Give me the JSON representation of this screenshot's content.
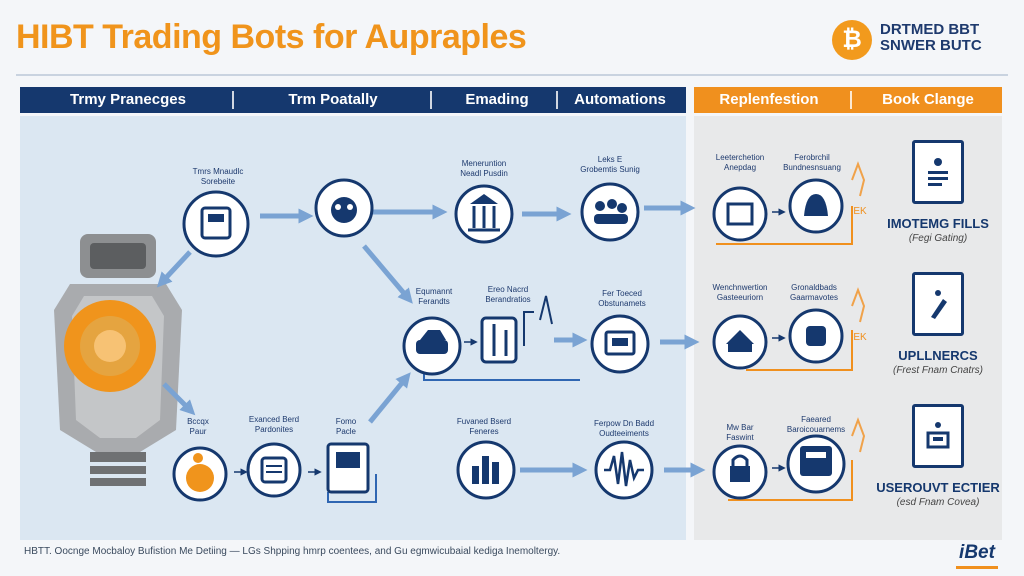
{
  "header": {
    "title": "HIBT Trading Bots for Aupraples",
    "logo": {
      "coin_symbol": "₿",
      "line1": "DRTMED BBT",
      "line2": "SNWER BUTC"
    }
  },
  "tabs_blue": [
    {
      "label": "Trmy Pranecges"
    },
    {
      "label": "Trm Poatally"
    },
    {
      "label": "Emading"
    },
    {
      "label": "Automations"
    }
  ],
  "tabs_orange": [
    {
      "label": "Replenfestion"
    },
    {
      "label": "Book Clange"
    }
  ],
  "nodes": {
    "n1": "Tmrs Mnaudlc",
    "n1b": "Sorebeite",
    "n2": "Meneruntion",
    "n2b": "Neadl Pusdin",
    "n3": "Leks E",
    "n3b": "Grobemtis Sunig",
    "m1": "Equmannt",
    "m1b": "Ferandts",
    "m2": "Ereo Nacrd",
    "m2b": "Berandratios",
    "m3": "Fer Toeced",
    "m3b": "Obstunamets",
    "b1": "Bccqx",
    "b1b": "Paur",
    "b2": "Exanced Berd",
    "b2b": "Pardonites",
    "b3": "Fomo",
    "b3b": "Pacle",
    "b4": "Fuvaned Bserd",
    "b4b": "Feneres",
    "b5": "Ferpow Dn Badd",
    "b5b": "Oudteeiments",
    "r1": "Leeterchetion",
    "r1b": "Anepdag",
    "r2": "Ferobrchil",
    "r2b": "Bundnesnsuang",
    "r3": "Wenchnwertion",
    "r3b": "Gasteeuriorn",
    "r4": "Gronaldbads",
    "r4b": "Gaarmavotes",
    "r5": "Mw Bar",
    "r5b": "Faswint",
    "r6": "Faeared",
    "r6b": "Baroicouarnems",
    "tag1": "EK",
    "tag2": "EK"
  },
  "cards": [
    {
      "title": "IMOTEMG FILLS",
      "subtitle": "(Fegi Gating)"
    },
    {
      "title": "UPLLNERCS",
      "subtitle": "(Frest Fnam Cnatrs)"
    },
    {
      "title": "USEROUVT ECTIER",
      "subtitle": "(esd Fnam Covea)"
    }
  ],
  "footer": {
    "note": "HBTT. Oocnge Mocbaloy Bufistion Me Detiing — LGs Shpping hmrp coentees, and Gu egmwicubaial kediga Inemoltergy.",
    "brand": "iBet"
  },
  "colors": {
    "navy": "#15386e",
    "orange": "#f0901e",
    "panel_blue": "#dbe7f2",
    "panel_gray": "#e8e9ea"
  }
}
